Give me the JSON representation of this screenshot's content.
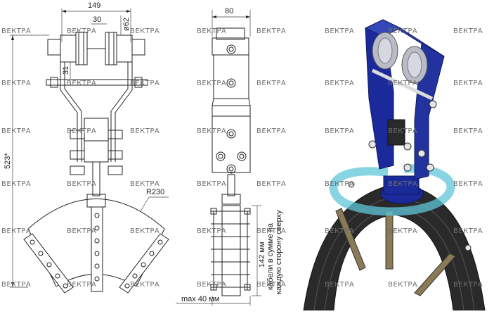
{
  "dimensions": {
    "width_149": "149",
    "gap_30": "30",
    "roller_dia": "ø62",
    "height_31": "31",
    "height_523": "523*",
    "radius": "R230",
    "width_80": "80",
    "stack_142": "142 мм",
    "bundle_note_1": "кабели в сумме на",
    "bundle_note_2": "каждую сторону сверху",
    "max_40": "max 40 мм"
  },
  "watermark": "ВЕКТРА",
  "colors": {
    "frame_blue": "#1b2a9a",
    "ring_cyan": "#5fc6d8",
    "cable_black": "#2a2a2a",
    "clamp_bronze": "#8a7a55",
    "line": "#222222"
  }
}
